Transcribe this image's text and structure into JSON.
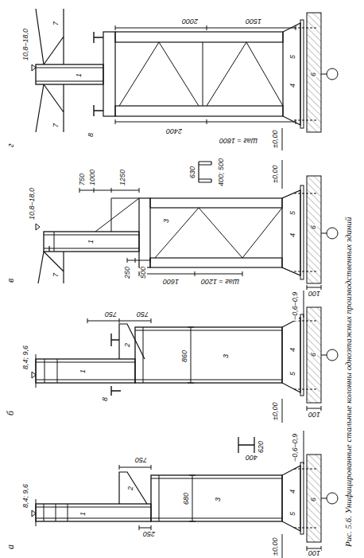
{
  "diagram": {
    "caption": "Рис. 5.6. Унифицированные стальные колонны одноэтажных производственных зданий",
    "labels": [
      "а",
      "8,4; 9,6",
      "1",
      "2",
      "3",
      "250",
      "750",
      "680",
      "400",
      "620",
      "±0,00",
      "−0,6–0,9",
      "4",
      "5",
      "6",
      "100",
      "б",
      "8,4; 9,6",
      "1",
      "2",
      "3",
      "8",
      "750",
      "750",
      "860",
      "±0,00",
      "−0,6–0,9",
      "4",
      "5",
      "6",
      "100",
      "в",
      "10,8–18,0",
      "7",
      "1",
      "250",
      "500",
      "750",
      "1000",
      "1250",
      "1600",
      "Шаг = 1200",
      "3",
      "630",
      "400; 500",
      "±0,00",
      "4",
      "5",
      "6",
      "100",
      "г",
      "10,8–18,0",
      "7",
      "7",
      "1",
      "8",
      "1500",
      "2000",
      "2400",
      "Шаг = 1800",
      "±0,00",
      "4",
      "5",
      "6"
    ]
  }
}
